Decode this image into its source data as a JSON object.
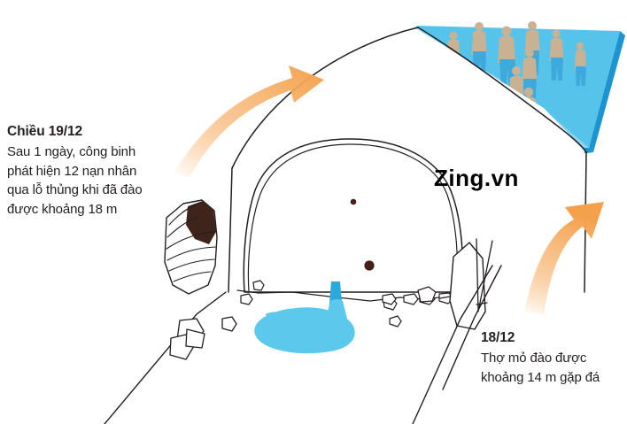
{
  "graphic": {
    "type": "cutaway-illustration",
    "subject": "rescue-tunnel-cross-section",
    "watermark": {
      "part1": "Zing",
      "part2": ".vn"
    }
  },
  "callouts": {
    "left": {
      "title": "Chiều 19/12",
      "lines": [
        "Sau 1 ngày, công binh",
        "phát hiện 12 nạn nhân",
        "qua lỗ thủng khi đã đào",
        "được khoảng 18 m"
      ]
    },
    "right": {
      "title": "18/12",
      "lines": [
        "Thợ mỏ đào được",
        "khoảng 14 m gặp đá"
      ]
    }
  },
  "colors": {
    "arrow_orange": "#F5A04A",
    "arrow_orange_light": "#F9C690",
    "slab_blue": "#56C3EB",
    "slab_blue_dark": "#29A3DC",
    "slab_blue_edge": "#1D93CF",
    "water_blue": "#5BC8EC",
    "stream_blue": "#29A9DC",
    "figure_skin": "#C9B293",
    "figure_legs": "#3FA9DC",
    "rock_cavity_brown": "#3E241A",
    "hole_dot": "#43201A",
    "outline": "#231f20",
    "text": "#231f20"
  },
  "markers": {
    "small_hole": {
      "label": "upper-breach-hole"
    },
    "large_hole": {
      "label": "lower-breach-hole"
    }
  },
  "figures": {
    "count": 9,
    "label": "rescue-workers-on-surface"
  },
  "arrows": [
    {
      "name": "arrow-to-upper-left",
      "direction": "up-right"
    },
    {
      "name": "arrow-to-lower-right",
      "direction": "up"
    }
  ]
}
